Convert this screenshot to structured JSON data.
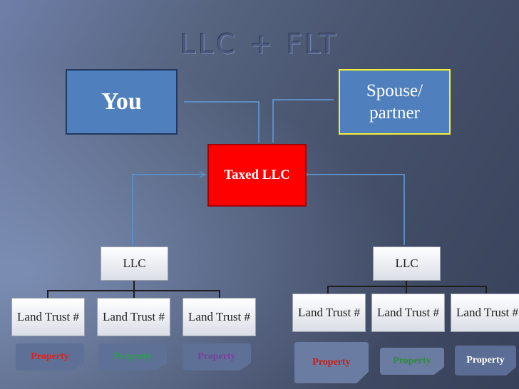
{
  "title": "LLC + FLT",
  "owners": {
    "you": "You",
    "spouse": "Spouse/ partner"
  },
  "taxed_llc": "Taxed LLC",
  "left_group": {
    "llc": "LLC",
    "trusts": [
      "Land Trust #",
      "Land Trust #",
      "Land Trust #"
    ],
    "properties": [
      {
        "label": "Property",
        "color": "#e0201b",
        "bg": "#5e7096"
      },
      {
        "label": "Property",
        "color": "#28a04a",
        "bg": "#5e7096"
      },
      {
        "label": "Property",
        "color": "#7b3ea0",
        "bg": "#5e7096"
      }
    ]
  },
  "right_group": {
    "llc": "LLC",
    "trusts": [
      "Land Trust #",
      "Land Trust #",
      "Land Trust #"
    ],
    "properties": [
      {
        "label": "Property",
        "color": "#c4211c",
        "bg": "#6b7ca2"
      },
      {
        "label": "Property",
        "color": "#2f8a3f",
        "bg": "#6b7ca2"
      },
      {
        "label": "Property",
        "color": "#ffffff",
        "bg": "#5b6d94"
      }
    ]
  },
  "colors": {
    "line": "#5b8cc4",
    "connector": "#1d1d1d"
  }
}
